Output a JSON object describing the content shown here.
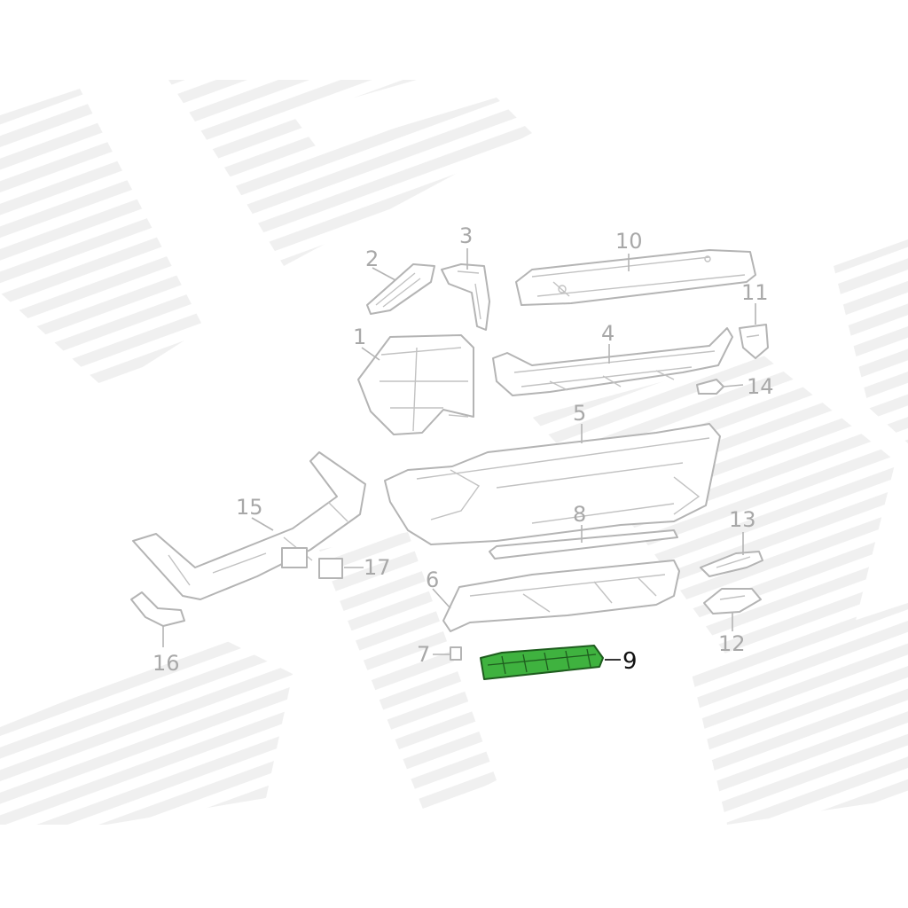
{
  "diagram": {
    "callouts": [
      {
        "id": "1",
        "label": "1"
      },
      {
        "id": "2",
        "label": "2"
      },
      {
        "id": "3",
        "label": "3"
      },
      {
        "id": "4",
        "label": "4"
      },
      {
        "id": "5",
        "label": "5"
      },
      {
        "id": "6",
        "label": "6"
      },
      {
        "id": "7",
        "label": "7"
      },
      {
        "id": "8",
        "label": "8"
      },
      {
        "id": "9",
        "label": "9",
        "highlighted": true
      },
      {
        "id": "10",
        "label": "10"
      },
      {
        "id": "11",
        "label": "11"
      },
      {
        "id": "12",
        "label": "12"
      },
      {
        "id": "13",
        "label": "13"
      },
      {
        "id": "14",
        "label": "14"
      },
      {
        "id": "15",
        "label": "15"
      },
      {
        "id": "16",
        "label": "16"
      },
      {
        "id": "17",
        "label": "17"
      }
    ],
    "colors": {
      "highlight_fill": "#3fb23f",
      "highlight_stroke": "#1e5c1e",
      "part_stroke": "#b4b4b4",
      "watermark": "#e6e6e6"
    }
  }
}
